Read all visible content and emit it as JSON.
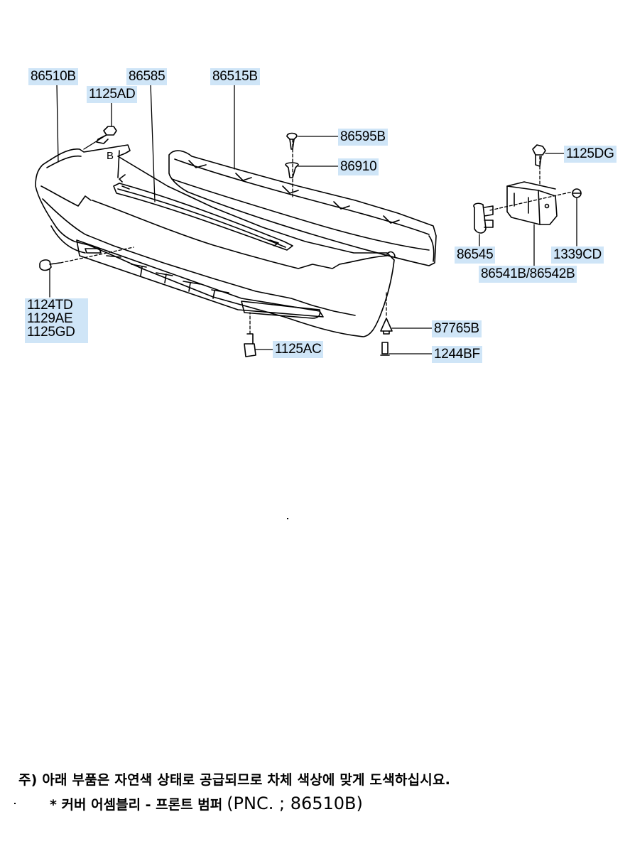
{
  "labels": {
    "p86510B_top": "86510B",
    "p86585": "86585",
    "p1125AD": "1125AD",
    "p86515B": "86515B",
    "p86595B": "86595B",
    "p86910": "86910",
    "p1125DG": "1125DG",
    "p86545": "86545",
    "p1339CD": "1339CD",
    "p86541B_86542B": "86541B/86542B",
    "p1124TD": "1124TD",
    "p1129AE": "1129AE",
    "p1125GD": "1125GD",
    "p87765B": "87765B",
    "p1244BF": "1244BF",
    "p1125AC": "1125AC"
  },
  "callout_B": "B",
  "notes": {
    "line1": "주) 아래 부품은 자연색 상태로 공급되므로 차체 색상에 맞게 도색하십시요.",
    "line2_main": "* 커버 어셈블리 - 프론트 범퍼",
    "line2_pnc": "(PNC. ; 86510B)"
  }
}
